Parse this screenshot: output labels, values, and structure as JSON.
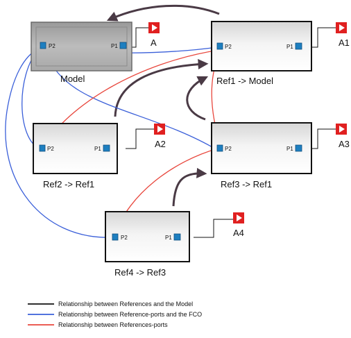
{
  "boxes": {
    "model": {
      "label": "Model",
      "port_in": "P2",
      "port_out": "P1",
      "anchor": "A"
    },
    "ref1": {
      "label": "Ref1 -> Model",
      "port_in": "P2",
      "port_out": "P1",
      "anchor": "A1"
    },
    "ref2": {
      "label": "Ref2 -> Ref1",
      "port_in": "P2",
      "port_out": "P1",
      "anchor": "A2"
    },
    "ref3": {
      "label": "Ref3 -> Ref1",
      "port_in": "P2",
      "port_out": "P1",
      "anchor": "A3"
    },
    "ref4": {
      "label": "Ref4 -> Ref3",
      "port_in": "P2",
      "port_out": "P1",
      "anchor": "A4"
    }
  },
  "legend": [
    {
      "color": "#111111",
      "text": "Relationship between References and the Model"
    },
    {
      "color": "#3a5fd9",
      "text": "Relationship between Reference-ports and the FCO"
    },
    {
      "color": "#e8463c",
      "text": "Relationship between References-ports"
    }
  ],
  "colors": {
    "black_arrow": "#4a3a45",
    "blue_line": "#3a5fd9",
    "red_line": "#e8463c",
    "port_fill": "#1e7fc0",
    "anchor_fill": "#e02020"
  }
}
